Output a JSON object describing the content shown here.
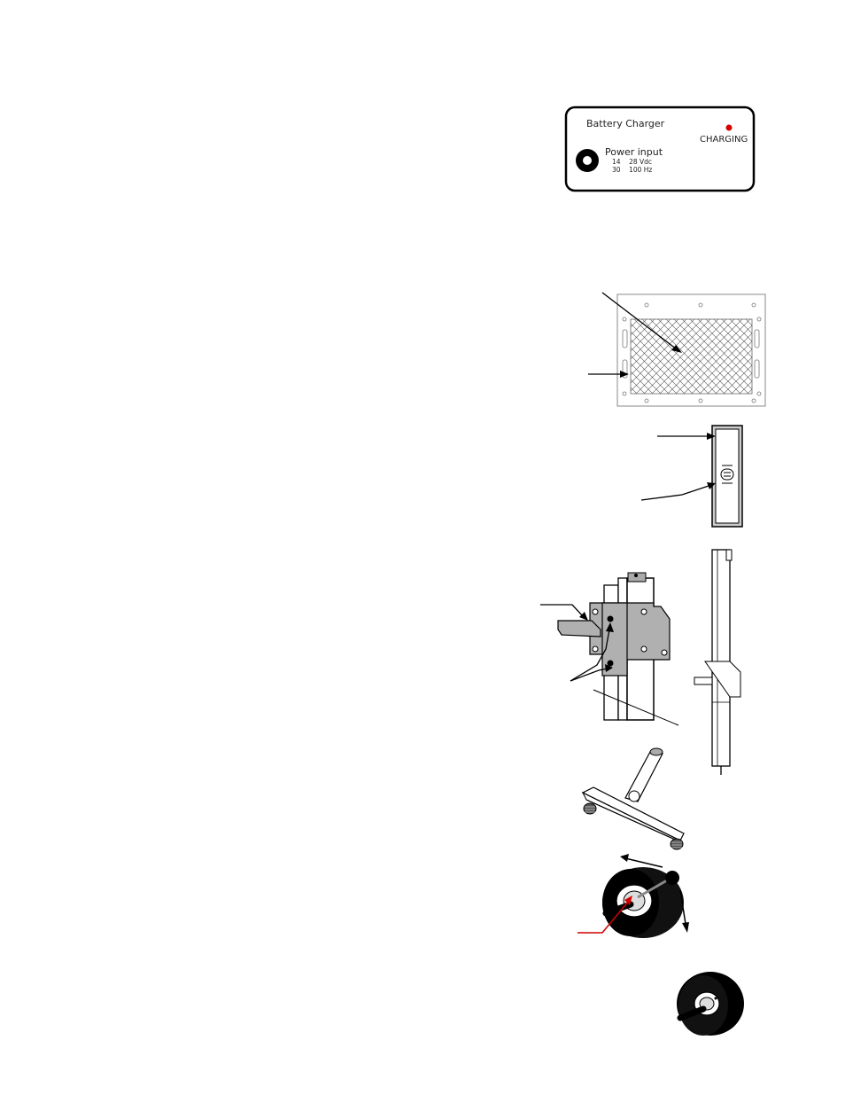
{
  "charger_panel": {
    "title": "Battery Charger",
    "indicator_label": "CHARGING",
    "power_label": "Power input",
    "spec_line1": "14    28 Vdc",
    "spec_line2": "30    100 Hz"
  },
  "colors": {
    "indicator": "#d40000",
    "pointer_red": "#d40000",
    "ink": "#000000",
    "panel_gray": "#b0b0b0"
  },
  "icons": [
    "power-jack-icon",
    "charging-led-icon"
  ]
}
